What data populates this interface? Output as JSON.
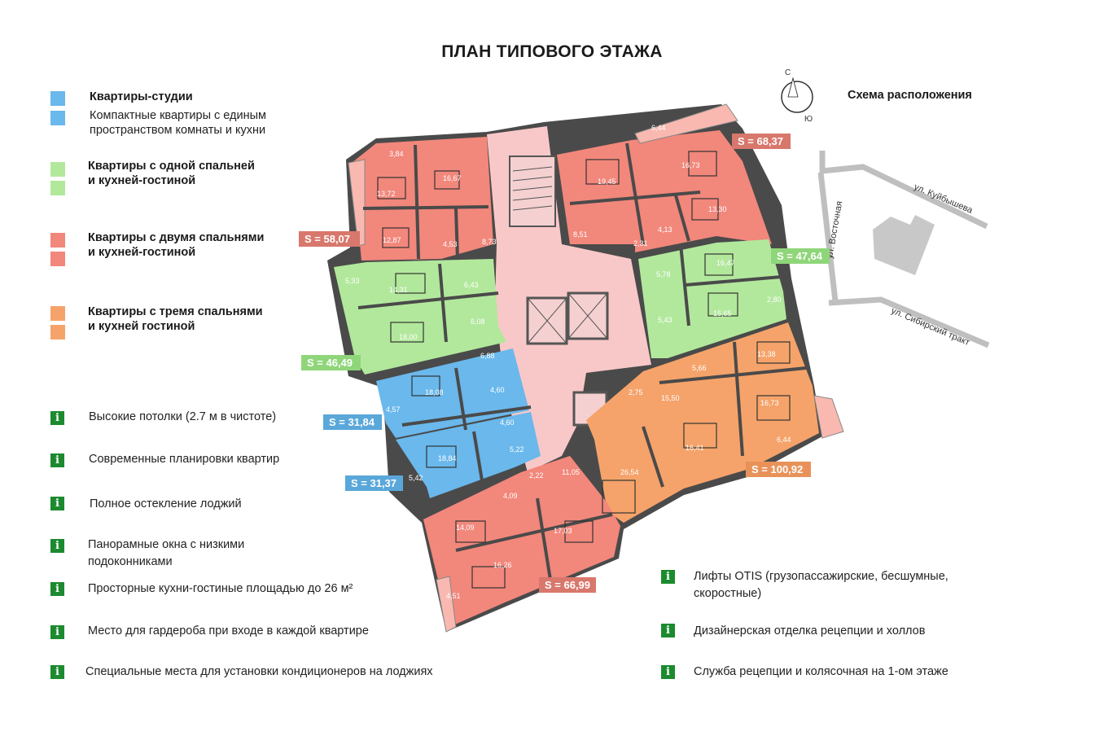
{
  "title": "ПЛАН ТИПОВОГО ЭТАЖА",
  "colors": {
    "studio": "#6ab8ec",
    "one_bedroom": "#b2e89c",
    "two_bedroom": "#f2877b",
    "three_bedroom": "#f5a36a",
    "icon": "#1c8a2e",
    "core": "#f8c8c8"
  },
  "legend": [
    {
      "name": "Квартиры-студии",
      "description": "Компактные квартиры с единым\nпространством комнаты и кухни"
    },
    {
      "name": "Квартиры с одной спальней\nи кухней-гостиной",
      "description": ""
    },
    {
      "name": "Квартиры с двумя спальнями\nи кухней-гостиной",
      "description": ""
    },
    {
      "name": "Квартиры с тремя спальнями\nи кухней гостиной",
      "description": ""
    }
  ],
  "features_left": [
    "Высокие потолки (2.7 м в чистоте)",
    "Современные планировки квартир",
    "Полное остекление лоджий",
    "Панорамные окна с низкими\nподоконниками",
    "Просторные кухни-гостиные площадью до 26 м²",
    "Место для гардероба при входе в каждой квартире",
    "Специальные места для установки кондиционеров на лоджиях"
  ],
  "features_right": [
    "Лифты OTIS (грузопассажирские, бесшумные,\nскоростные)",
    "Дизайнерская отделка рецепции и холлов",
    "Служба рецепции и колясочная на 1-ом этаже"
  ],
  "apartment_areas": {
    "a1": "S = 58,07",
    "a2": "S = 68,37",
    "a3": "S = 47,64",
    "a4": "S = 46,49",
    "a5": "S = 31,84",
    "a6": "S = 31,37",
    "a7": "S = 100,92",
    "a8": "S = 66,99"
  },
  "room_areas": {
    "r1": "3,84",
    "r2": "16,67",
    "r3": "13,72",
    "r4": "12,87",
    "r5": "4,53",
    "r6": "8,73",
    "r7": "6,44",
    "r8": "19,45",
    "r9": "16,73",
    "r10": "13,30",
    "r11": "8,51",
    "r12": "2,31",
    "r13": "4,13",
    "r14": "5,93",
    "r15": "14,31",
    "r16": "6,43",
    "r17": "18,00",
    "r18": "6,08",
    "r19": "16,47",
    "r20": "5,78",
    "r21": "15,65",
    "r22": "5,43",
    "r23": "2,80",
    "r24": "6,88",
    "r25": "18,08",
    "r26": "4,60",
    "r27": "4,57",
    "r28": "4,60",
    "r29": "18,84",
    "r30": "5,22",
    "r31": "5,42",
    "r32": "13,38",
    "r33": "5,66",
    "r34": "2,75",
    "r35": "15,50",
    "r36": "16,73",
    "r37": "6,44",
    "r38": "16,41",
    "r39": "26,54",
    "r40": "2,22",
    "r41": "11,05",
    "r42": "4,09",
    "r43": "14,09",
    "r44": "17,03",
    "r45": "16,26",
    "r46": "4,51"
  },
  "location_scheme": {
    "title": "Схема расположения",
    "compass_north": "С",
    "compass_south": "Ю",
    "streets": [
      "ул. Куйбышева",
      "ул. Восточная",
      "ул. Сибирский тракт"
    ]
  }
}
